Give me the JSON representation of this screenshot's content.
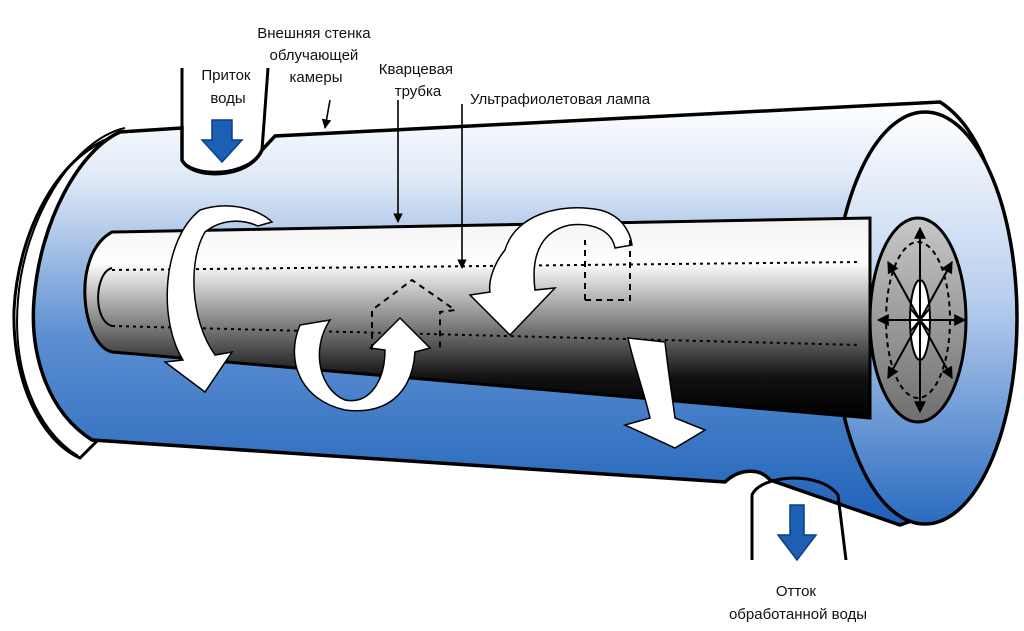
{
  "labels": {
    "inlet": [
      "Приток",
      "воды"
    ],
    "outer_wall": [
      "Внешняя стенка",
      "облучающей",
      "камеры"
    ],
    "quartz_tube": [
      "Кварцевая",
      "трубка"
    ],
    "uv_lamp": "Ультрафиолетовая лампа",
    "outlet": [
      "Отток",
      "обработанной воды"
    ]
  },
  "colors": {
    "water_blue": "#1f62b8",
    "flow_arrow_blue": "#1d5fb3",
    "lamp_dark": "#0a0a0a",
    "lamp_light": "#eeeeee"
  }
}
